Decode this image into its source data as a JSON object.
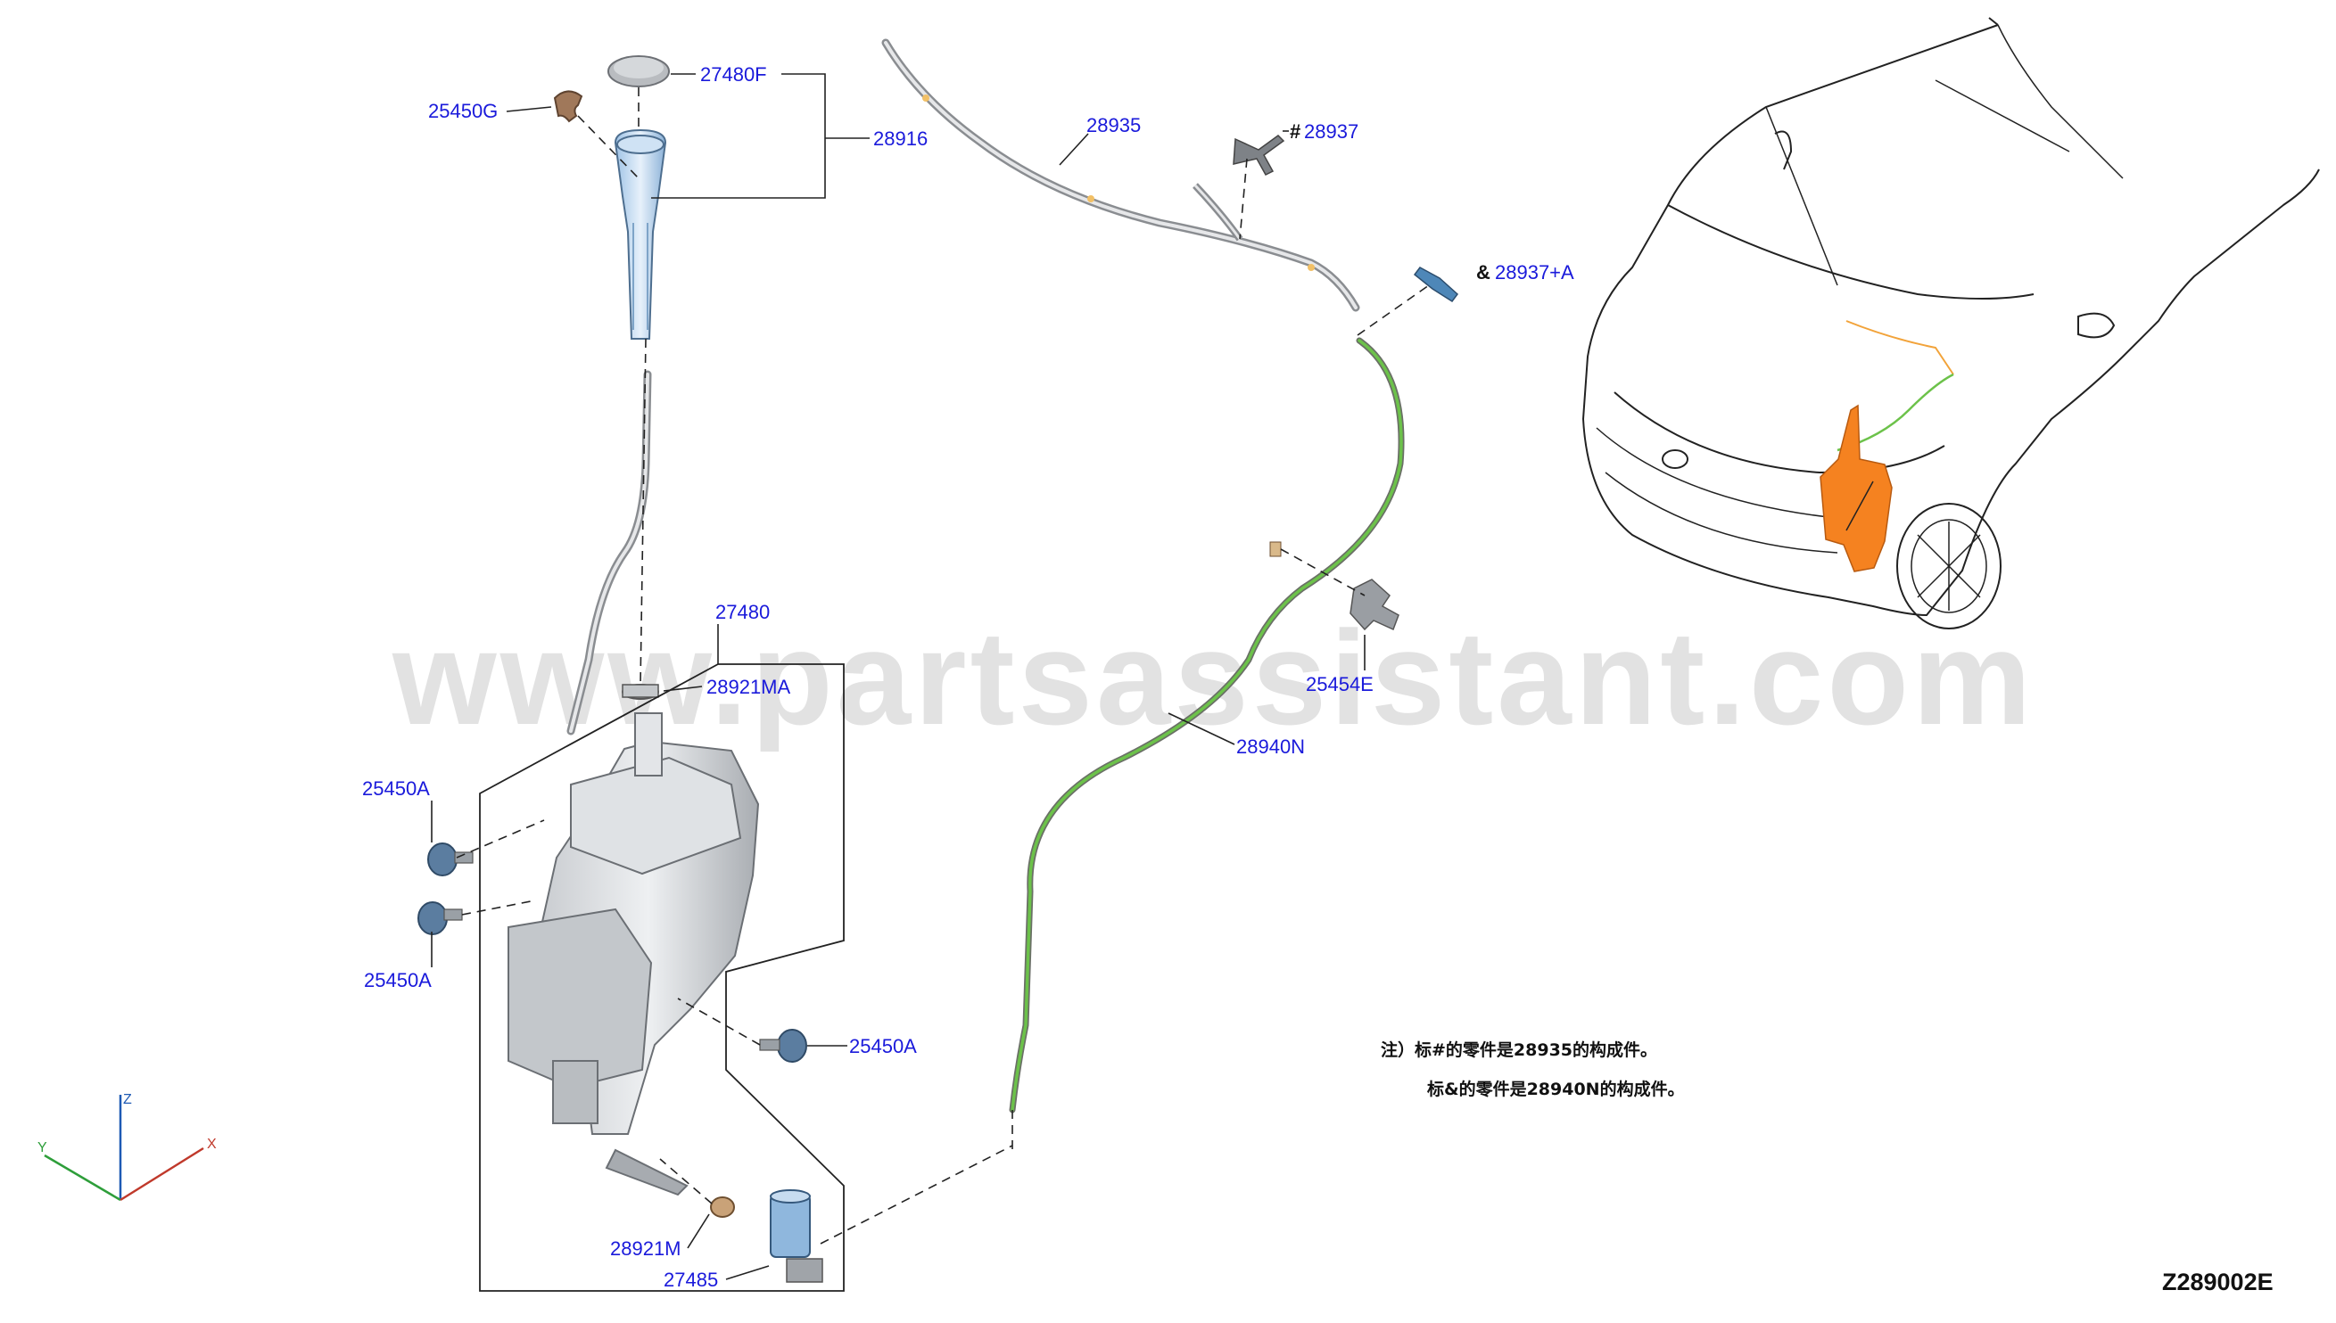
{
  "watermark": "www.partsassistant.com",
  "diagram_code": "Z289002E",
  "labels": {
    "p27480F": "27480F",
    "p25450G": "25450G",
    "p28916": "28916",
    "p28935": "28935",
    "p28937_prefix": "#",
    "p28937": "28937",
    "p28937A_prefix": "&",
    "p28937A": "28937+A",
    "p25454E": "25454E",
    "p28940N": "28940N",
    "p27480": "27480",
    "p28921MA": "28921MA",
    "p25450A_1": "25450A",
    "p25450A_2": "25450A",
    "p25450A_3": "25450A",
    "p28921M": "28921M",
    "p27485": "27485"
  },
  "notes": {
    "line1": "注）标#的零件是28935的构成件。",
    "line2": "标&的零件是28940N的构成件。"
  },
  "axes": {
    "x": "X",
    "y": "Y",
    "z": "Z"
  },
  "colors": {
    "label_blue": "#1a1adb",
    "hose_green": "#6cc24a",
    "tank_highlight_orange": "#f58220",
    "part_blue": "#8fb7dd",
    "part_brown": "#a0785a"
  }
}
